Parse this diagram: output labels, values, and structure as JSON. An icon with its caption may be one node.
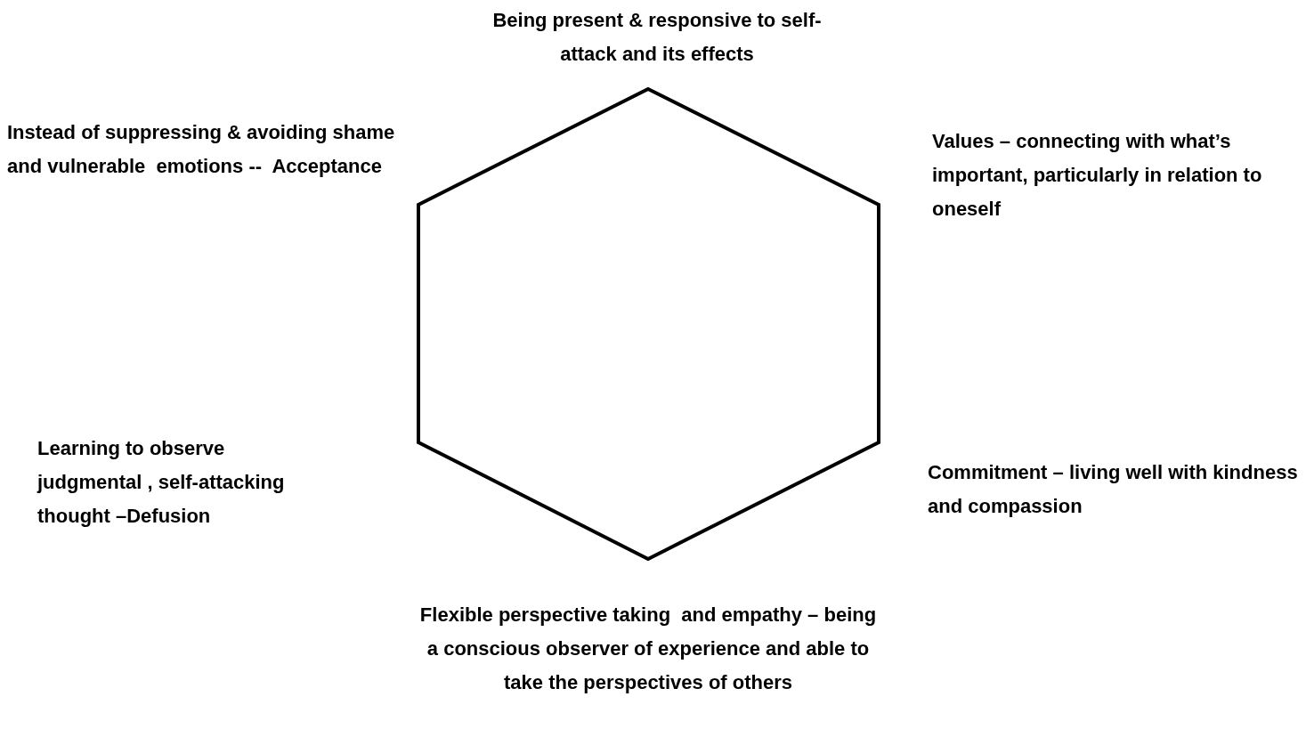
{
  "diagram": {
    "nodes": [
      {
        "text": [],
        "shape": "hexagon"
      }
    ],
    "labels": [
      "Being present & responsive to self- attack and its effects",
      "Instead of suppressing & avoiding shame and vulnerable  emotions --  Acceptance",
      "Values – connecting with what’s important, particularly in relation to oneself",
      "Learning to observe judgmental , self-attacking thought –Defusion",
      "Commitment – living well with kindness and compassion",
      "Flexible perspective taking  and empathy – being a conscious observer of experience and able to take the perspectives of others"
    ]
  }
}
